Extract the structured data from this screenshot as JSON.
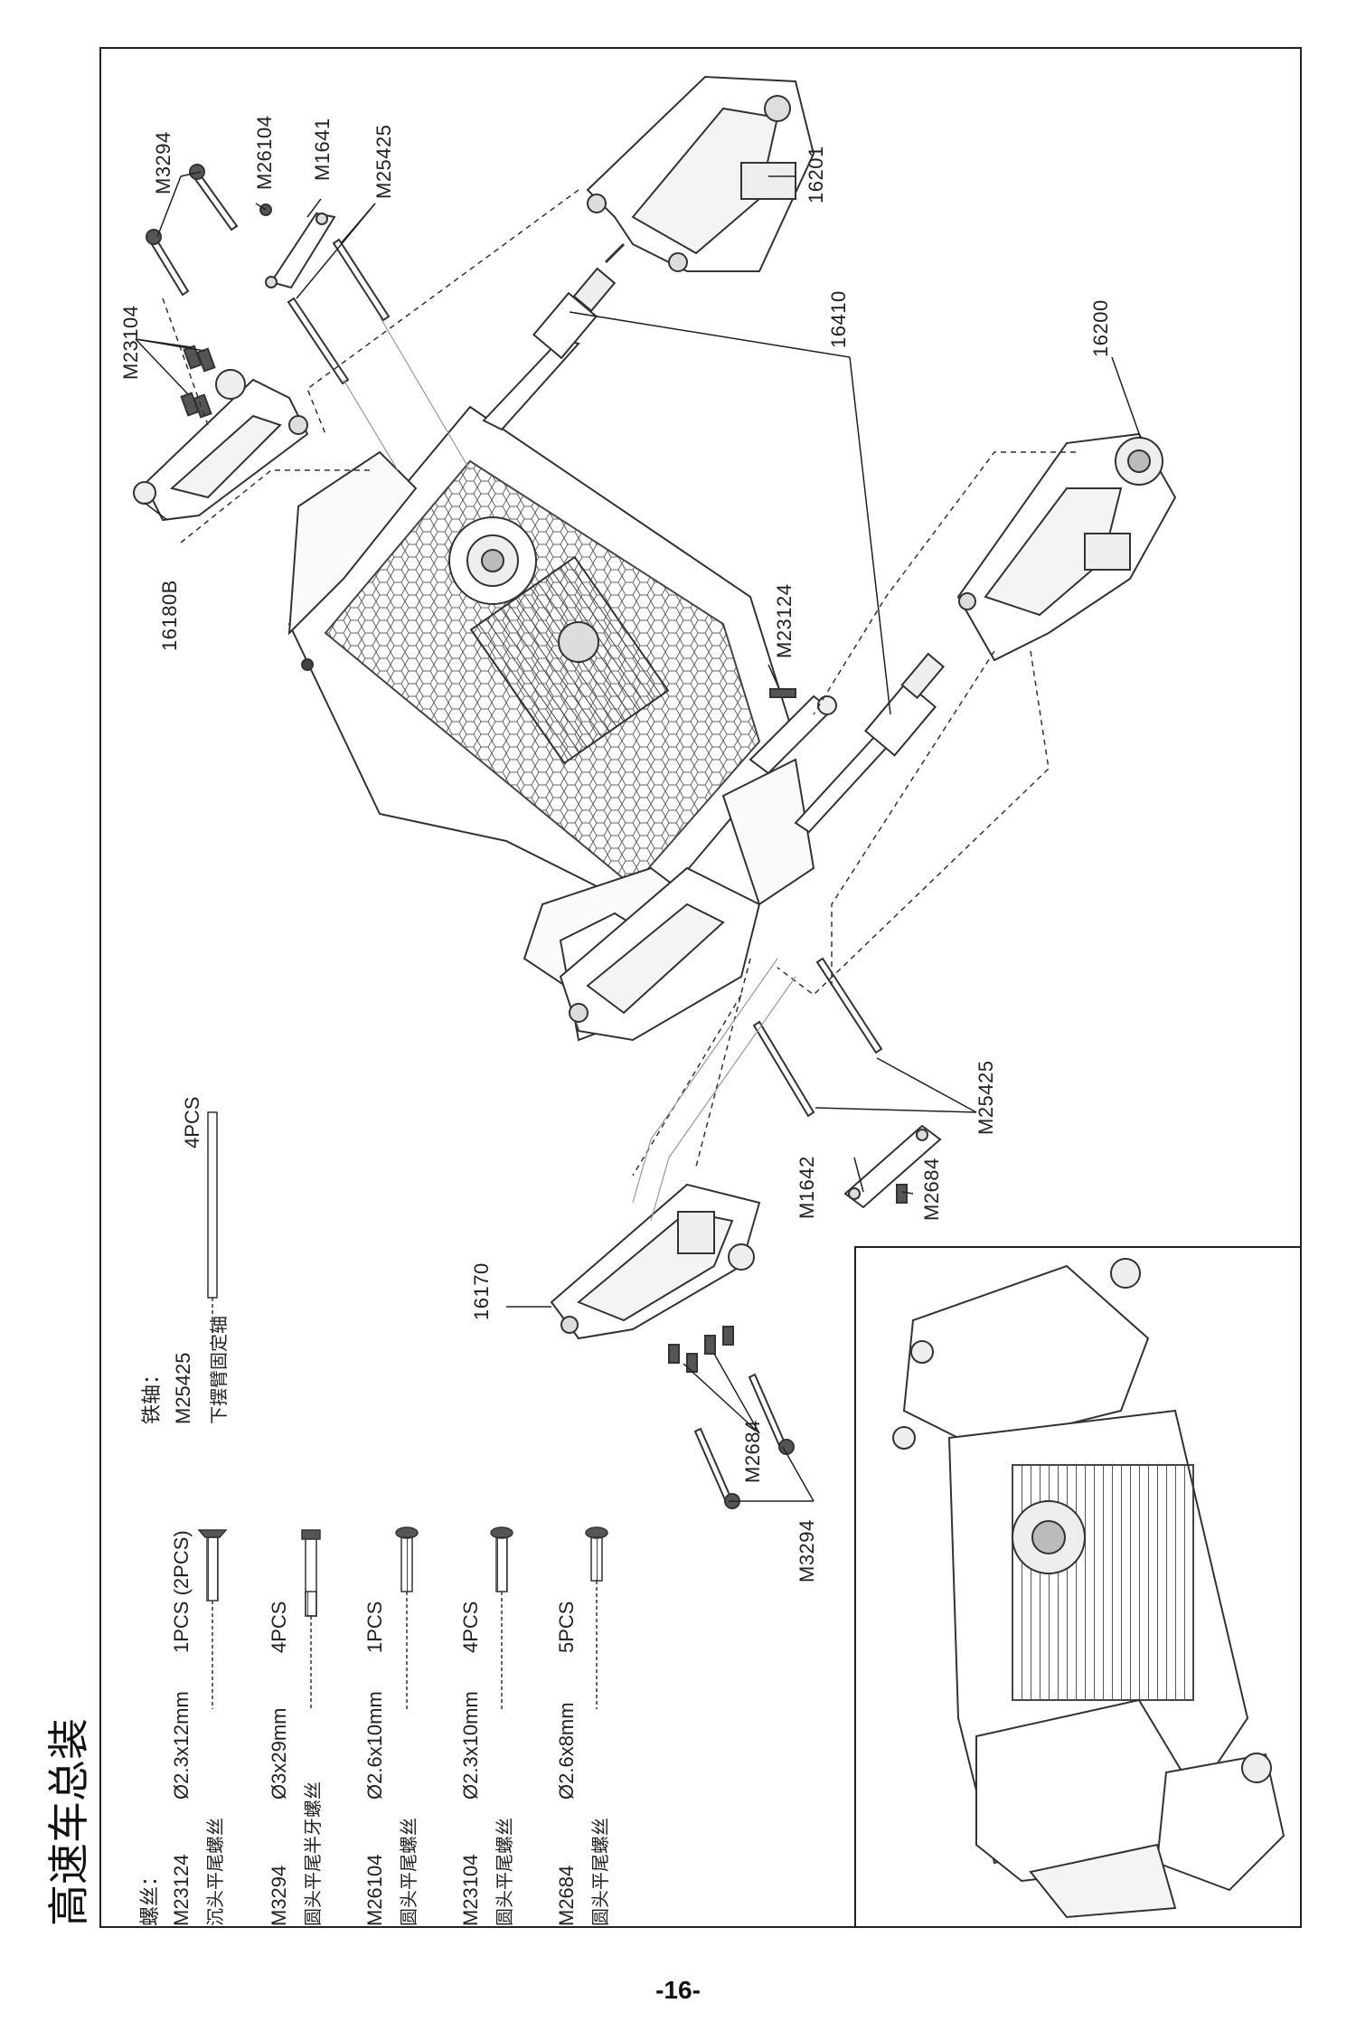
{
  "page": {
    "title": "高速车总装",
    "number": "-16-"
  },
  "parts_list": {
    "screws_heading": "螺丝：",
    "screws": [
      {
        "code": "M23124",
        "size": "Ø2.3x12mm",
        "qty": "1PCS (2PCS)",
        "name": "沉头平尾螺丝"
      },
      {
        "code": "M3294",
        "size": "Ø3x29mm",
        "qty": "4PCS",
        "name": "圆头平尾半牙螺丝"
      },
      {
        "code": "M26104",
        "size": "Ø2.6x10mm",
        "qty": "1PCS",
        "name": "圆头平尾螺丝"
      },
      {
        "code": "M23104",
        "size": "Ø2.3x10mm",
        "qty": "4PCS",
        "name": "圆头平尾螺丝"
      },
      {
        "code": "M2684",
        "size": "Ø2.6x8mm",
        "qty": "5PCS",
        "name": "圆头平尾螺丝"
      }
    ],
    "shaft_heading": "铁轴：",
    "shafts": [
      {
        "code": "M25425",
        "qty": "4PCS",
        "name": "下摆臂固定轴"
      }
    ]
  },
  "callouts": {
    "m3294_top": "M3294",
    "m26104": "M26104",
    "m1641": "M1641",
    "m25425_top": "M25425",
    "part_16201": "16201",
    "m23104": "M23104",
    "part_16410": "16410",
    "part_16200": "16200",
    "part_16180b": "16180B",
    "m23124": "M23124",
    "m25425_bottom": "M25425",
    "m1642": "M1642",
    "m2684_right": "M2684",
    "part_16170": "16170",
    "m2684_left": "M2684",
    "m3294_bottom": "M3294"
  },
  "colors": {
    "line": "#222222",
    "part_stroke": "#333333",
    "part_fill": "#ffffff",
    "shade": "#cfcfcf"
  }
}
